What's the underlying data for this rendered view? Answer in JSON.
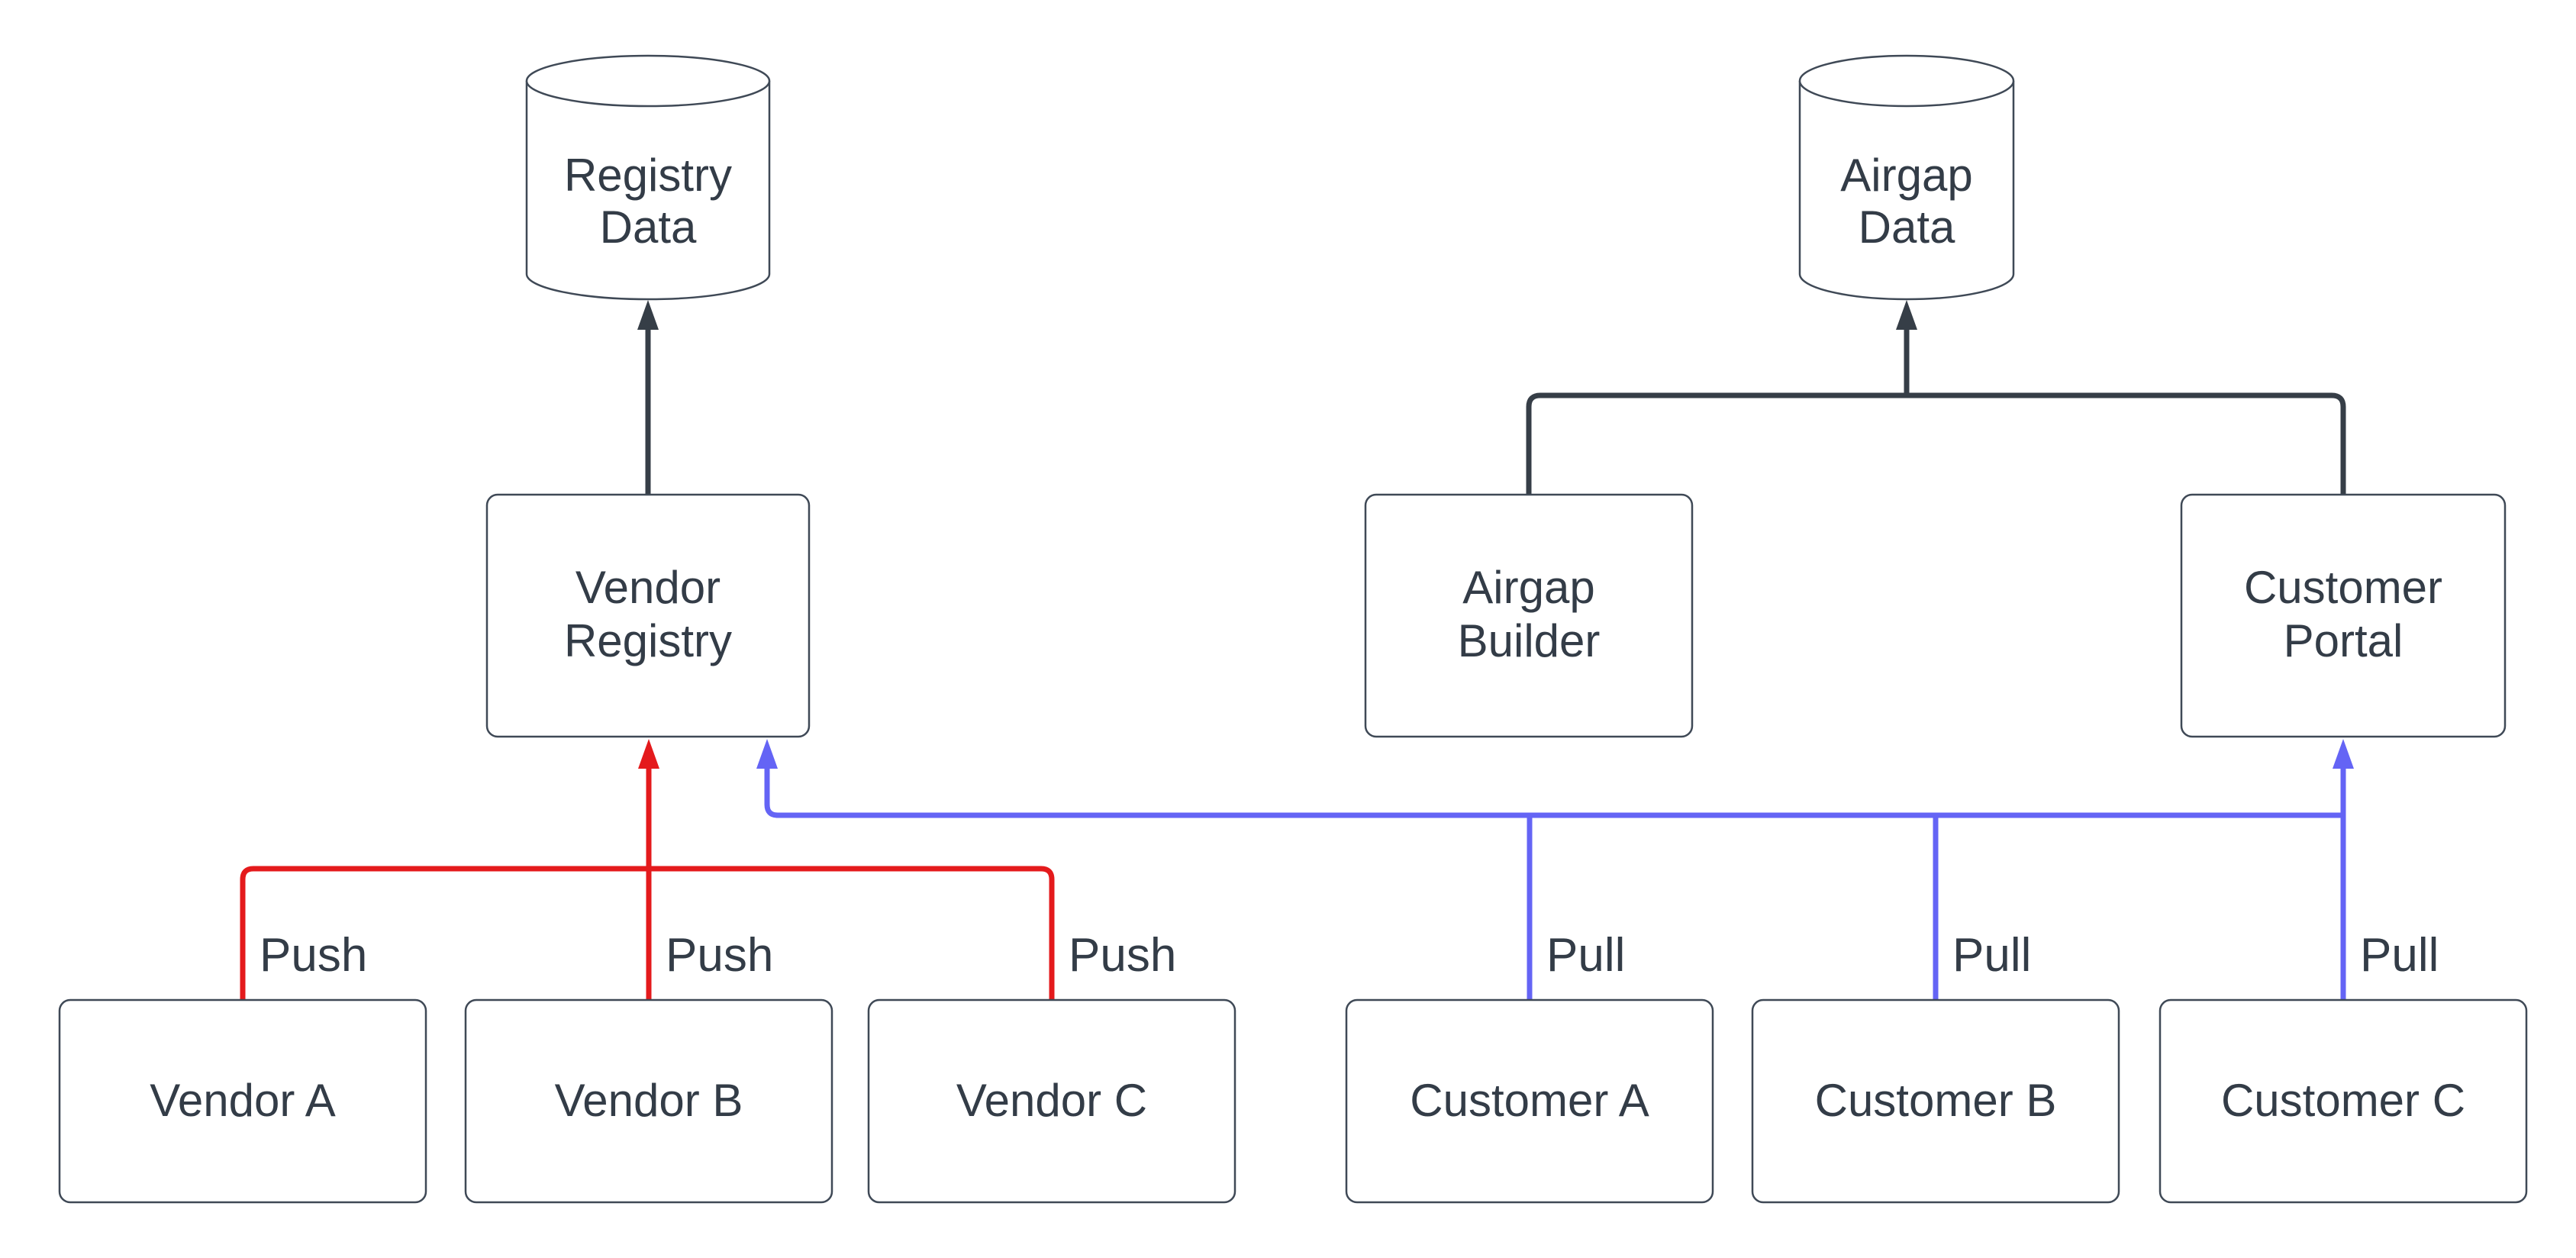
{
  "diagram": {
    "colors": {
      "node_fill": "#ffffff",
      "node_border": "#3f4956",
      "text": "#333c47",
      "dark_edge": "#363e47",
      "push_edge": "#e41a1c",
      "pull_edge": "#6464f5"
    },
    "nodes": {
      "registry_data": {
        "type": "cylinder",
        "lines": [
          "Registry",
          "Data"
        ]
      },
      "airgap_data": {
        "type": "cylinder",
        "lines": [
          "Airgap",
          "Data"
        ]
      },
      "vendor_registry": {
        "type": "box",
        "lines": [
          "Vendor",
          "Registry"
        ]
      },
      "airgap_builder": {
        "type": "box",
        "lines": [
          "Airgap",
          "Builder"
        ]
      },
      "customer_portal": {
        "type": "box",
        "lines": [
          "Customer",
          "Portal"
        ]
      },
      "vendor_a": {
        "type": "box",
        "label": "Vendor A"
      },
      "vendor_b": {
        "type": "box",
        "label": "Vendor B"
      },
      "vendor_c": {
        "type": "box",
        "label": "Vendor C"
      },
      "customer_a": {
        "type": "box",
        "label": "Customer A"
      },
      "customer_b": {
        "type": "box",
        "label": "Customer B"
      },
      "customer_c": {
        "type": "box",
        "label": "Customer C"
      }
    },
    "edge_labels": {
      "push_a": "Push",
      "push_b": "Push",
      "push_c": "Push",
      "pull_a": "Pull",
      "pull_b": "Pull",
      "pull_c": "Pull"
    },
    "edges": [
      {
        "from": "Vendor Registry",
        "to": "Registry Data",
        "label": "",
        "color": "#363e47"
      },
      {
        "from": "Airgap Builder",
        "to": "Airgap Data",
        "label": "",
        "color": "#363e47"
      },
      {
        "from": "Customer Portal",
        "to": "Airgap Data",
        "label": "",
        "color": "#363e47"
      },
      {
        "from": "Vendor A",
        "to": "Vendor Registry",
        "label": "Push",
        "color": "#e41a1c"
      },
      {
        "from": "Vendor B",
        "to": "Vendor Registry",
        "label": "Push",
        "color": "#e41a1c"
      },
      {
        "from": "Vendor C",
        "to": "Vendor Registry",
        "label": "Push",
        "color": "#e41a1c"
      },
      {
        "from": "Customer A",
        "to": "Vendor Registry",
        "label": "Pull",
        "color": "#6464f5"
      },
      {
        "from": "Customer B",
        "to": "Vendor Registry",
        "label": "Pull",
        "color": "#6464f5"
      },
      {
        "from": "Customer C",
        "to": "Customer Portal",
        "label": "Pull",
        "color": "#6464f5"
      }
    ]
  }
}
